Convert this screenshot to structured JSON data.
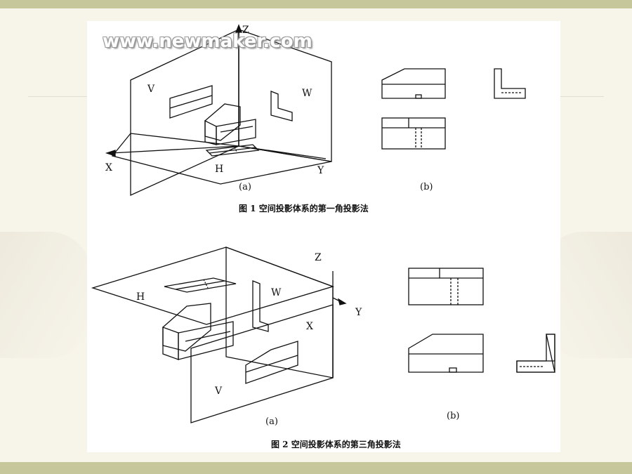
{
  "watermark": "www.newmaker.com",
  "fig1": {
    "axes": {
      "z": "Z",
      "x": "X",
      "y": "Y"
    },
    "planes": {
      "v": "V",
      "w": "W",
      "h": "H"
    },
    "sub_a": "(a)",
    "sub_b": "(b)",
    "caption": "图 1 空间投影体系的第一角投影法"
  },
  "fig2": {
    "axes": {
      "z": "Z",
      "x": "X",
      "y": "Y"
    },
    "planes": {
      "h": "H",
      "w": "W",
      "v": "V"
    },
    "sub_a": "(a)",
    "sub_b": "(b)",
    "caption": "图 2 空间投影体系的第三角投影法"
  },
  "colors": {
    "band": "#c6c79a",
    "line": "#111111",
    "paper": "#ffffff"
  }
}
